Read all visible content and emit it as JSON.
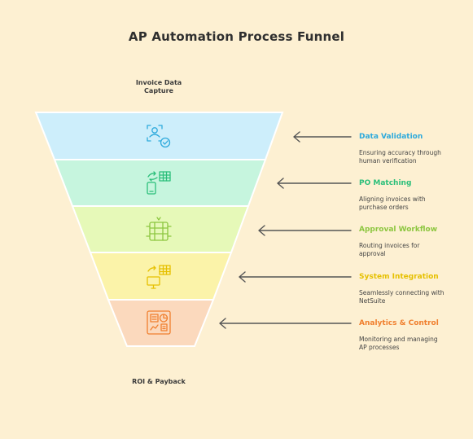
{
  "title": "AP Automation Process Funnel",
  "top_label_line1": "Invoice Data",
  "top_label_line2": "Capture",
  "bottom_label": "ROI & Payback",
  "stages": [
    {
      "name": "Data Validation",
      "desc_line1": "Ensuring accuracy through",
      "desc_line2": "human verification",
      "color": "#2eaadc",
      "fill": "#cdeefb",
      "icon": "user-check-icon"
    },
    {
      "name": "PO Matching",
      "desc_line1": "Aligning invoices with",
      "desc_line2": "purchase orders",
      "color": "#2bbf7a",
      "fill": "#c6f5de",
      "icon": "phone-sheet-sync-icon"
    },
    {
      "name": "Approval Workflow",
      "desc_line1": "Routing invoices for",
      "desc_line2": "approval",
      "color": "#8cc63f",
      "fill": "#e6f9b8",
      "icon": "workflow-table-icon"
    },
    {
      "name": "System Integration",
      "desc_line1": "Seamlessly connecting with",
      "desc_line2": "NetSuite",
      "color": "#e6c000",
      "fill": "#fbf3a9",
      "icon": "monitor-sync-icon"
    },
    {
      "name": "Analytics & Control",
      "desc_line1": "Monitoring and managing",
      "desc_line2": "AP processes",
      "color": "#f07f2e",
      "fill": "#fbd9bd",
      "icon": "dashboard-chart-icon"
    }
  ]
}
